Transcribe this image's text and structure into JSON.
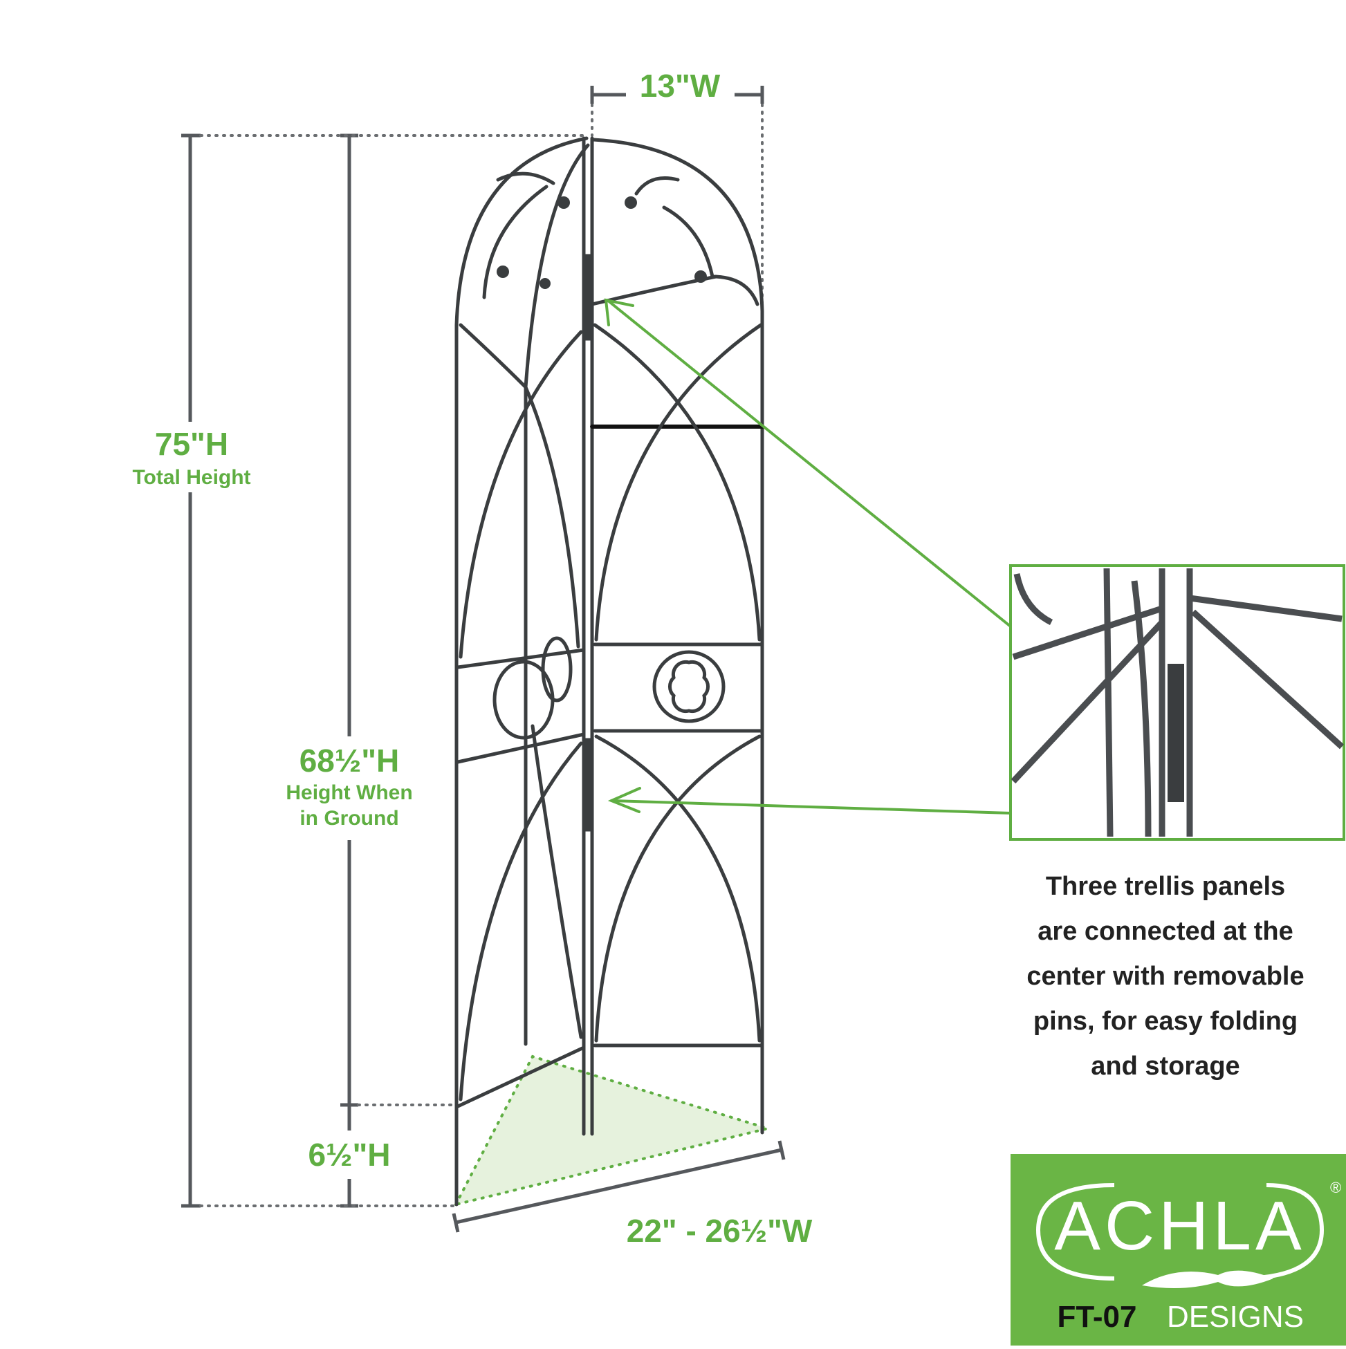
{
  "dimensions": {
    "width_top": "13\"W",
    "total_height": "75\"H",
    "total_height_caption": "Total Height",
    "ground_height": "68½\"H",
    "ground_height_caption_1": "Height When",
    "ground_height_caption_2": "in Ground",
    "stake_height": "6½\"H",
    "base_width": "22\" - 26½\"W"
  },
  "description": {
    "lines": [
      "Three trellis panels",
      "are connected at the",
      "center with removable",
      "pins, for easy folding",
      "and storage"
    ]
  },
  "logo": {
    "brand": "ACHLA",
    "registered": "®",
    "model": "FT-07",
    "sub": "DESIGNS"
  },
  "colors": {
    "accent_green": "#5fae42",
    "logo_green": "#6ab545",
    "metal": "#3a3d3f",
    "dim_line": "#55585c"
  }
}
